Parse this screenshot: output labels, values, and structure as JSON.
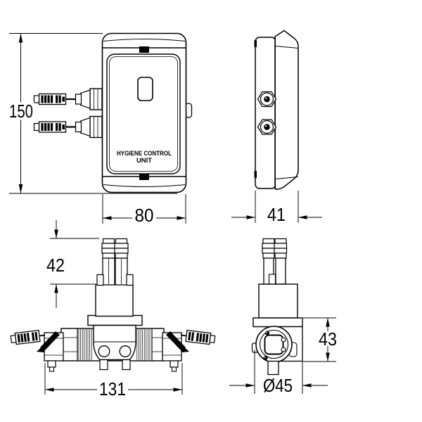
{
  "drawing": {
    "background_color": "#ffffff",
    "line_color": "#000000",
    "device_label": {
      "line1": "HYGIENE CONTROL",
      "line2": "UNIT"
    },
    "dimensions": {
      "front_height_mm": "150",
      "front_width_mm": "80",
      "side_depth_mm": "41",
      "valve_inlet_height_mm": "42",
      "valve_width_mm": "131",
      "valve_head_height_mm": "43",
      "valve_head_diameter_mm": "Ø45"
    }
  }
}
